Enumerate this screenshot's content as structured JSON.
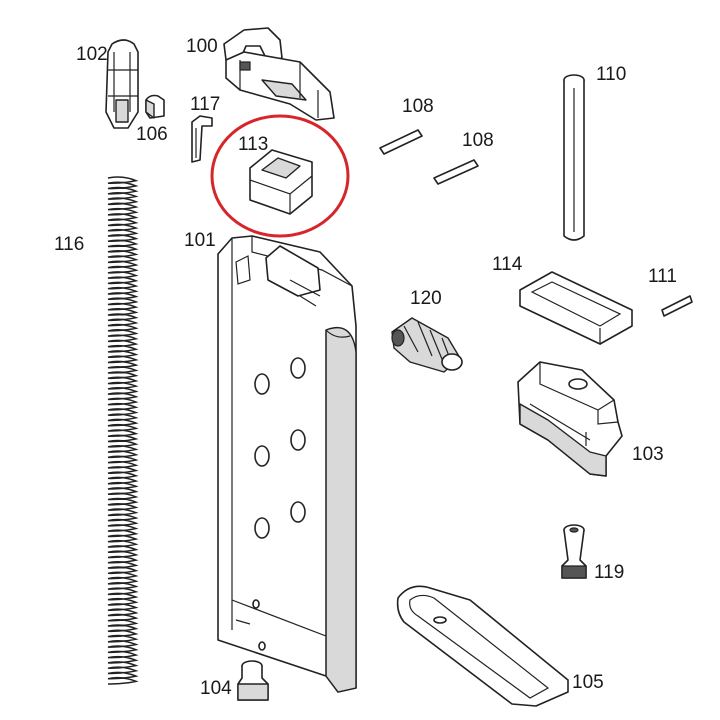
{
  "labels": {
    "p100": "100",
    "p101": "101",
    "p102": "102",
    "p103": "103",
    "p104": "104",
    "p105": "105",
    "p106": "106",
    "p108a": "108",
    "p108b": "108",
    "p110": "110",
    "p111": "111",
    "p113": "113",
    "p114": "114",
    "p116": "116",
    "p117": "117",
    "p119": "119",
    "p120": "120"
  },
  "highlight": {
    "part": "113",
    "color": "#d6262b"
  }
}
